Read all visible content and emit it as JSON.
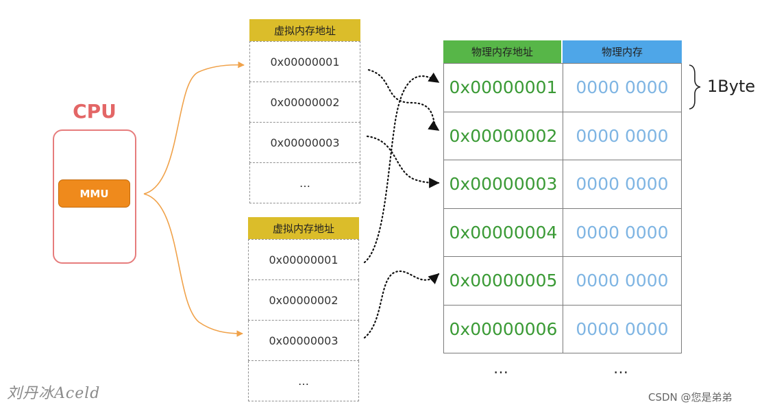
{
  "cpu": {
    "label": "CPU",
    "mmu_label": "MMU"
  },
  "virtual_tables": [
    {
      "header": "虚拟内存地址",
      "cells": [
        "0x00000001",
        "0x00000002",
        "0x00000003",
        "…"
      ]
    },
    {
      "header": "虚拟内存地址",
      "cells": [
        "0x00000001",
        "0x00000002",
        "0x00000003",
        "…"
      ]
    }
  ],
  "physical_table": {
    "headers": [
      "物理内存地址",
      "物理内存"
    ],
    "rows": [
      {
        "address": "0x00000001",
        "value": "0000 0000"
      },
      {
        "address": "0x00000002",
        "value": "0000 0000"
      },
      {
        "address": "0x00000003",
        "value": "0000 0000"
      },
      {
        "address": "0x00000004",
        "value": "0000 0000"
      },
      {
        "address": "0x00000005",
        "value": "0000 0000"
      },
      {
        "address": "0x00000006",
        "value": "0000 0000"
      }
    ],
    "ellipsis": [
      "…",
      "…"
    ]
  },
  "byte_label": "1Byte",
  "watermark_author": "刘丹冰Aceld",
  "watermark_site": "CSDN @您是弟弟",
  "colors": {
    "cpu": "#e36666",
    "mmu": "#ef8a1c",
    "virtual_header": "#dbbd2a",
    "physical_header_address": "#57b648",
    "physical_header_memory": "#4ea6e8",
    "address_text": "#3a9a35",
    "value_text": "#7fb5e3",
    "curve": "#f0a24a"
  }
}
